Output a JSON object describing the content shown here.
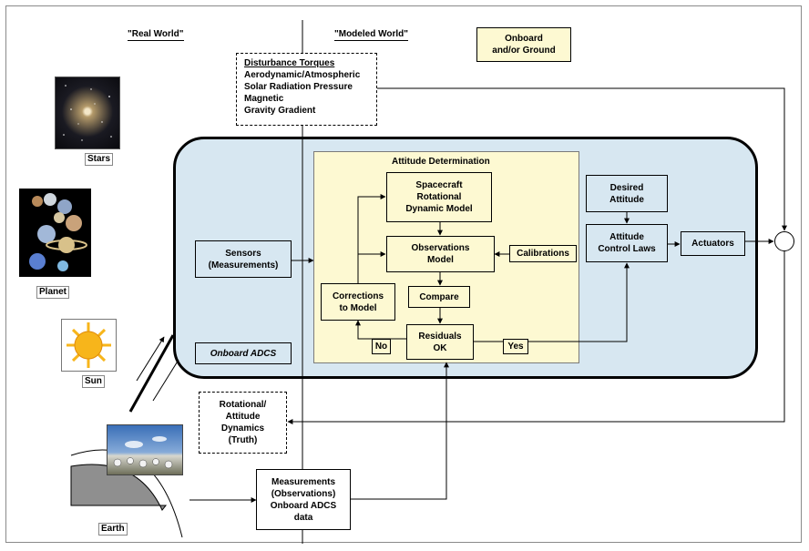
{
  "labels": {
    "real_world": "\"Real World\"",
    "modeled_world": "\"Modeled World\"",
    "onboard_ground": [
      "Onboard",
      "and/or Ground"
    ]
  },
  "disturbance": {
    "title": "Disturbance Torques",
    "items": [
      "Aerodynamic/Atmospheric",
      "Solar Radiation Pressure",
      "Magnetic",
      "Gravity Gradient"
    ]
  },
  "attitude_determination": {
    "title": "Attitude Determination"
  },
  "nodes": {
    "spacecraft_model": [
      "Spacecraft",
      "Rotational",
      "Dynamic Model"
    ],
    "observations_model": [
      "Observations",
      "Model"
    ],
    "compare": "Compare",
    "residuals_ok": [
      "Residuals",
      "OK"
    ],
    "corrections": [
      "Corrections",
      "to Model"
    ],
    "calibrations": "Calibrations",
    "sensors": [
      "Sensors",
      "(Measurements)"
    ],
    "desired_attitude": [
      "Desired",
      "Attitude"
    ],
    "control_laws": [
      "Attitude",
      "Control Laws"
    ],
    "actuators": "Actuators",
    "onboard_adcs": "Onboard ADCS",
    "rotational_dynamics": [
      "Rotational/",
      "Attitude",
      "Dynamics",
      "(Truth)"
    ],
    "measurements": [
      "Measurements",
      "(Observations)",
      "Onboard ADCS",
      "data"
    ]
  },
  "edge_labels": {
    "no": "No",
    "yes": "Yes"
  },
  "captions": {
    "stars": "Stars",
    "planet": "Planet",
    "sun": "Sun",
    "earth": "Earth"
  },
  "colors": {
    "adcs_fill": "#d7e7f1",
    "determination_fill": "#fdf9d2",
    "onboard_fill": "#fdf9d2",
    "sun": "#f7b51b"
  }
}
